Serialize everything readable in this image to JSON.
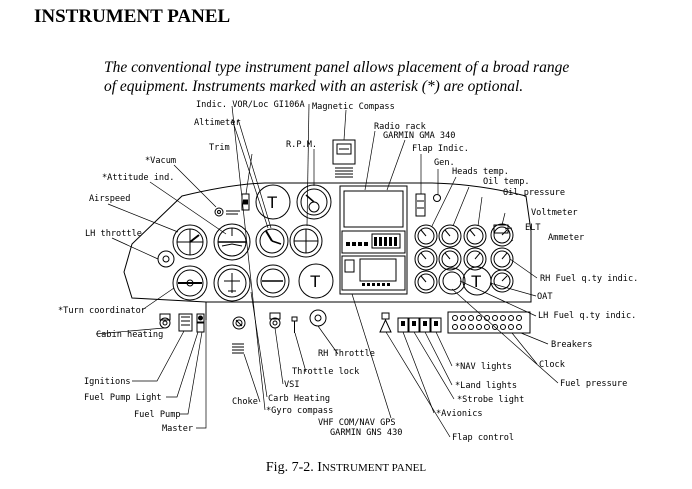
{
  "heading": "INSTRUMENT PANEL",
  "intro": {
    "line1": "The conventional type instrument panel allows placement of a broad range",
    "line2": "of equipment. Instruments marked with an asterisk (*) are optional."
  },
  "gauge_letter": "T",
  "labels": {
    "vor_loc": "Indic. VOR/Loc GI106A",
    "magnetic_compass": "Magnetic Compass",
    "radio_rack": "Radio rack",
    "audio_panel": "GARMIN GMA 340",
    "altimeter": "Altimeter",
    "rpm": "R.P.M.",
    "flap_indic": "Flap Indic.",
    "gen": "Gen.",
    "heads_temp": "Heads temp.",
    "oil_temp": "Oil temp.",
    "oil_pressure": "Oil pressure",
    "trim": "Trim",
    "vacum": "*Vacum",
    "attitude": "*Attitude ind.",
    "airspeed": "Airspeed",
    "lh_throttle": "LH throttle",
    "voltmeter": "Voltmeter",
    "elt": "ELT",
    "ammeter": "Ammeter",
    "rh_fuel": "RH Fuel q.ty indic.",
    "oat": "OAT",
    "lh_fuel": "LH Fuel q.ty indic.",
    "breakers": "Breakers",
    "clock": "Clock",
    "fuel_pressure": "Fuel pressure",
    "turn_coordinator": "*Turn coordinator",
    "rh_throttle": "RH Throttle",
    "throttle_lock": "Throttle lock",
    "vsi": "VSI",
    "carb_heating": "Carb Heating",
    "gyro_compass": "*Gyro compass",
    "cabin_heating": "Cabin heating",
    "ignitions": "Ignitions",
    "fuel_pump_light": "Fuel Pump Light",
    "fuel_pump": "Fuel Pump",
    "choke": "Choke",
    "master": "Master",
    "nav_lights": "*NAV lights",
    "land_lights": "*Land lights",
    "strobe_light": "*Strobe light",
    "avionics": "*Avionics",
    "gps_line1": "VHF COM/NAV GPS",
    "gps_line2": "GARMIN GNS 430",
    "flap_control": "Flap control"
  },
  "caption": {
    "prefix": "Fig. 7-2. I",
    "small": "NSTRUMENT PANEL"
  }
}
